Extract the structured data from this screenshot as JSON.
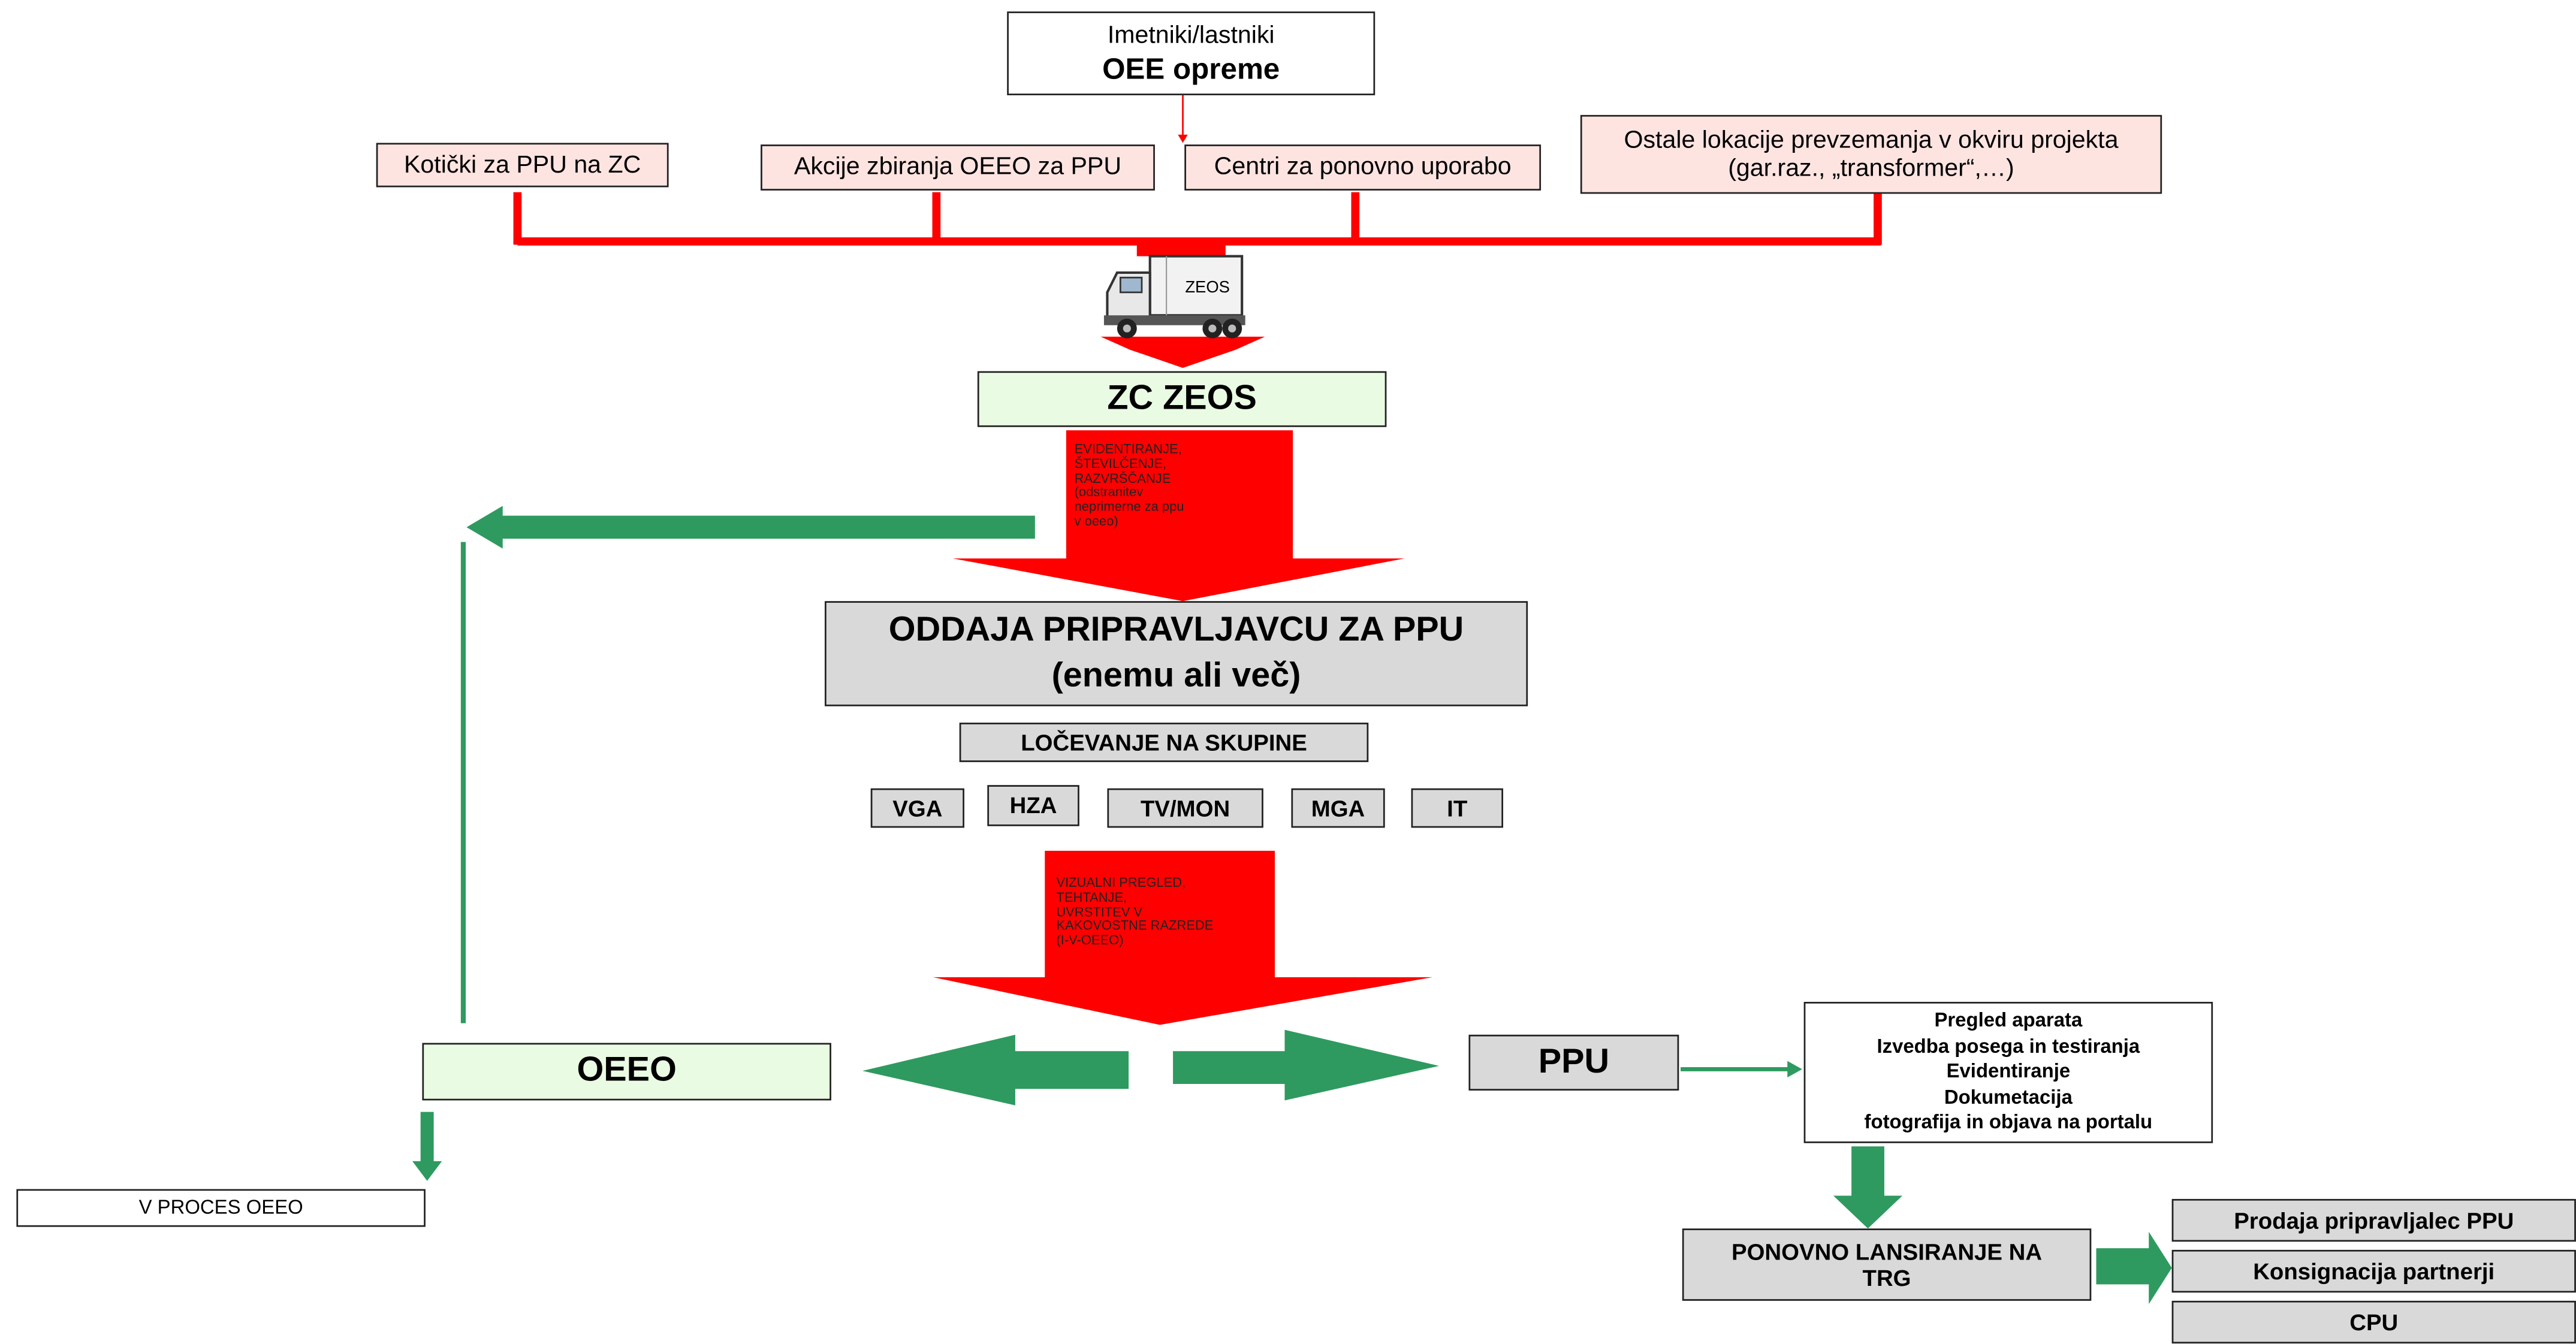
{
  "owners": {
    "line1": "Imetniki/lastniki",
    "line2": "OEE opreme"
  },
  "sources": [
    {
      "label": "Kotički za PPU na ZC"
    },
    {
      "label": "Akcije zbiranja OEEO za PPU"
    },
    {
      "label": "Centri za ponovno uporabo"
    },
    {
      "line1": "Ostale lokacije prevzemanja v okviru projekta",
      "line2": "(gar.raz., „transformer“,…)"
    }
  ],
  "truck": {
    "label": "ZEOS"
  },
  "zc_zeos": "ZC ZEOS",
  "step1_notes": [
    "EVIDENTIRANJE,",
    "ŠTEVILČENJE,",
    "RAZVRŠČANJE",
    "(odstranitev",
    "neprimerne za ppu",
    "v oeeo)"
  ],
  "handover": {
    "line1": "ODDAJA PRIPRAVLJAVCU ZA PPU",
    "line2": "(enemu ali več)"
  },
  "grouping": "LOČEVANJE NA SKUPINE",
  "groups": [
    "VGA",
    "HZA",
    "TV/MON",
    "MGA",
    "IT"
  ],
  "step2_notes": [
    "VIZUALNI PREGLED,",
    "TEHTANJE,",
    "UVRSTITEV V",
    "KAKOVOSTNE RAZREDE",
    "(I-V-OEEO)"
  ],
  "oeeo": "OEEO",
  "oeeo_process": "V PROCES OEEO",
  "ppu": "PPU",
  "ppu_steps": [
    "Pregled aparata",
    "Izvedba posega in testiranja",
    "Evidentiranje",
    "Dokumetacija",
    "fotografija in objava na portalu"
  ],
  "relaunch": {
    "line1": "PONOVNO LANSIRANJE NA",
    "line2": "TRG"
  },
  "outlets": [
    "Prodaja pripravljalec PPU",
    "Konsignacija partnerji",
    "CPU"
  ],
  "colors": {
    "red": "#ff0000",
    "green": "#2e9a5f",
    "pink_box": "#fde4e1",
    "green_box": "#e9fbe2",
    "grey_box": "#d9d9d9"
  }
}
